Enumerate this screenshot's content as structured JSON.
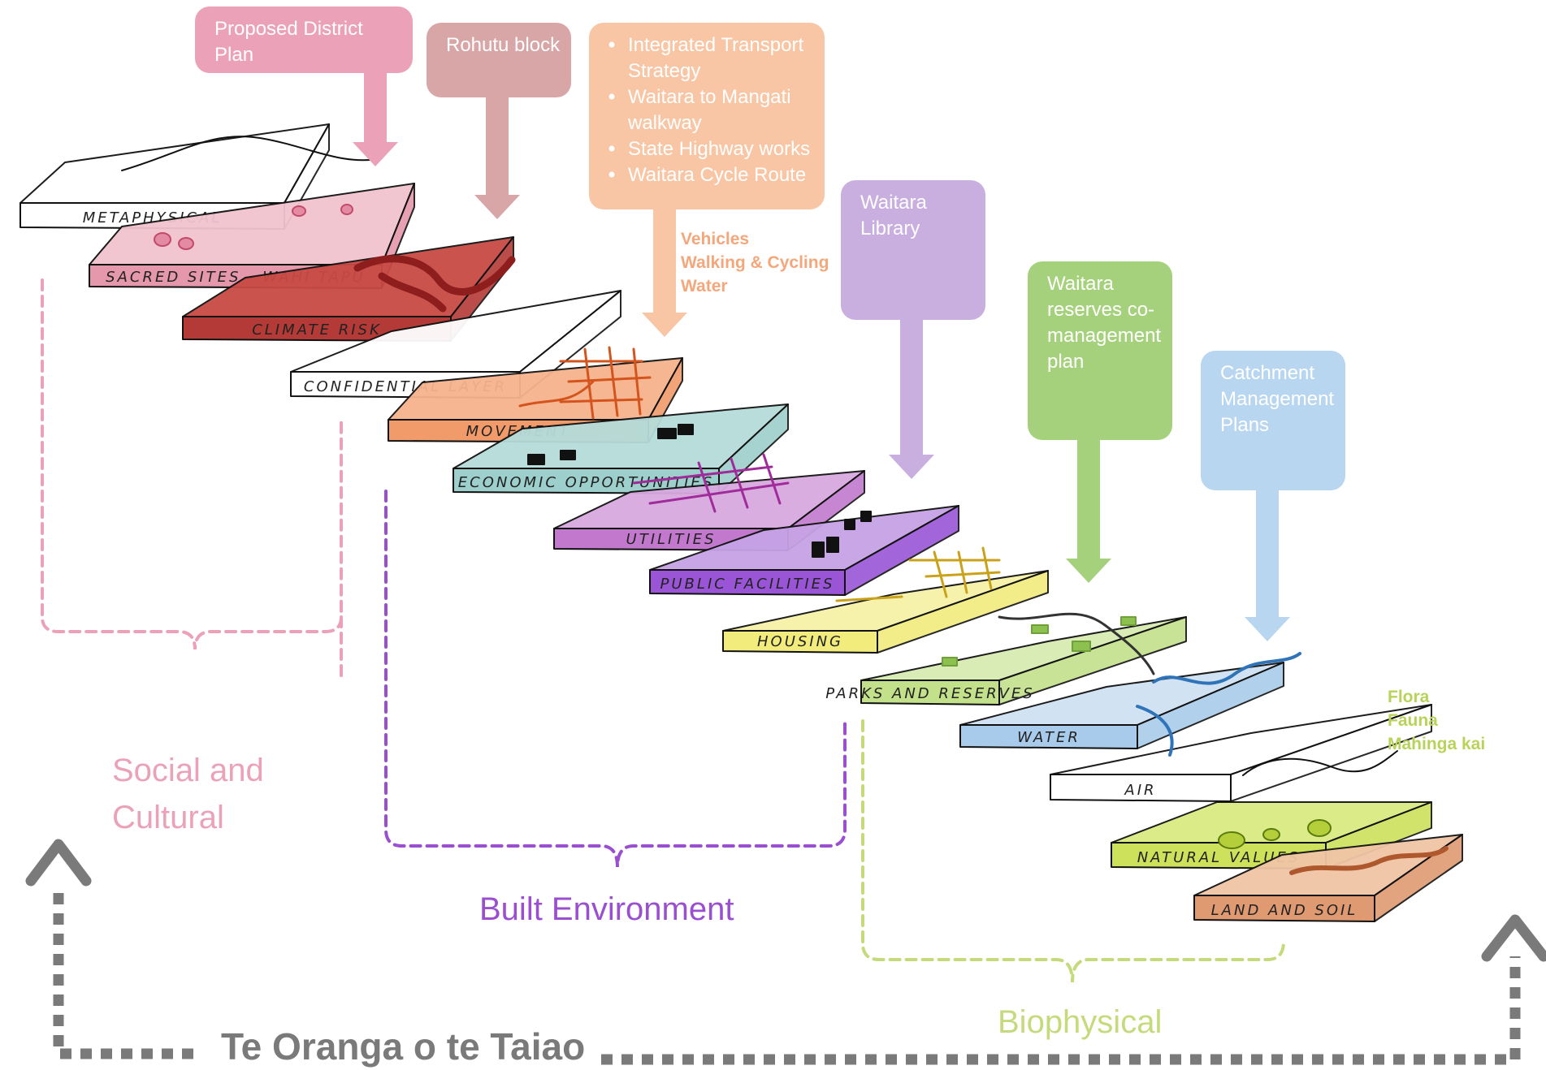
{
  "colors": {
    "social": "#eba2b8",
    "built": "#9a4fd0",
    "biophysical": "#c5da7a",
    "footer": "#7a7a7a",
    "movement_text": "#f3a77a",
    "natural_text": "#b9d35a"
  },
  "layers": [
    {
      "label": "METAPHYSICAL",
      "fill": "#ffffff",
      "side": "#ffffff"
    },
    {
      "label": "SACRED SITES - WAHI TAPU",
      "fill": "#f2c4cf",
      "side": "#e597ab"
    },
    {
      "label": "CLIMATE RISK",
      "fill": "#c84a44",
      "side": "#b33a36"
    },
    {
      "label": "CONFIDENTIAL LAYER",
      "fill": "#ffffff",
      "side": "#ffffff"
    },
    {
      "label": "MOVEMENT",
      "fill": "#f6b38c",
      "side": "#f19a6a"
    },
    {
      "label": "ECONOMIC OPPORTUNITIES",
      "fill": "#b6dcd9",
      "side": "#9dcfcc"
    },
    {
      "label": "UTILITIES",
      "fill": "#d9a9e0",
      "side": "#c279cd"
    },
    {
      "label": "PUBLIC FACILITIES",
      "fill": "#c7a3e6",
      "side": "#9a55d6"
    },
    {
      "label": "HOUSING",
      "fill": "#f6f2a8",
      "side": "#f1ec7c"
    },
    {
      "label": "PARKS AND RESERVES",
      "fill": "#d8ebb2",
      "side": "#c3e08a"
    },
    {
      "label": "WATER",
      "fill": "#cfe2f3",
      "side": "#a9cbeb"
    },
    {
      "label": "AIR",
      "fill": "#ffffff",
      "side": "#ffffff"
    },
    {
      "label": "NATURAL VALUES",
      "fill": "#d9ea82",
      "side": "#cde15a"
    },
    {
      "label": "LAND AND SOIL",
      "fill": "#f1c5a6",
      "side": "#df9a72"
    }
  ],
  "callouts": [
    {
      "lines": [
        "Proposed District",
        "Plan"
      ],
      "color": "#eba2b8",
      "bullets": false
    },
    {
      "lines": [
        "Rohutu block"
      ],
      "color": "#d8a6a6",
      "bullets": false
    },
    {
      "lines": [
        "Integrated Transport",
        "Strategy",
        "Waitara to Mangati",
        "walkway",
        "State Highway works",
        "Waitara Cycle Route"
      ],
      "color": "#f8c6a4",
      "bullets": true
    },
    {
      "lines": [
        "Waitara",
        "Library"
      ],
      "color": "#c9aee0",
      "bullets": false
    },
    {
      "lines": [
        "Waitara",
        "reserves co-",
        "management",
        "plan"
      ],
      "color": "#a6d17c",
      "bullets": false
    },
    {
      "lines": [
        "Catchment",
        "Management",
        "Plans"
      ],
      "color": "#b8d6ef",
      "bullets": false
    }
  ],
  "movement_notes": [
    "Vehicles",
    "Walking & Cycling",
    "Water"
  ],
  "natural_notes": [
    "Flora",
    "Fauna",
    "Mahinga kai"
  ],
  "groups": {
    "social": [
      "Social and",
      "Cultural"
    ],
    "built": "Built Environment",
    "biophysical": "Biophysical"
  },
  "footer": "Te Oranga o te Taiao"
}
